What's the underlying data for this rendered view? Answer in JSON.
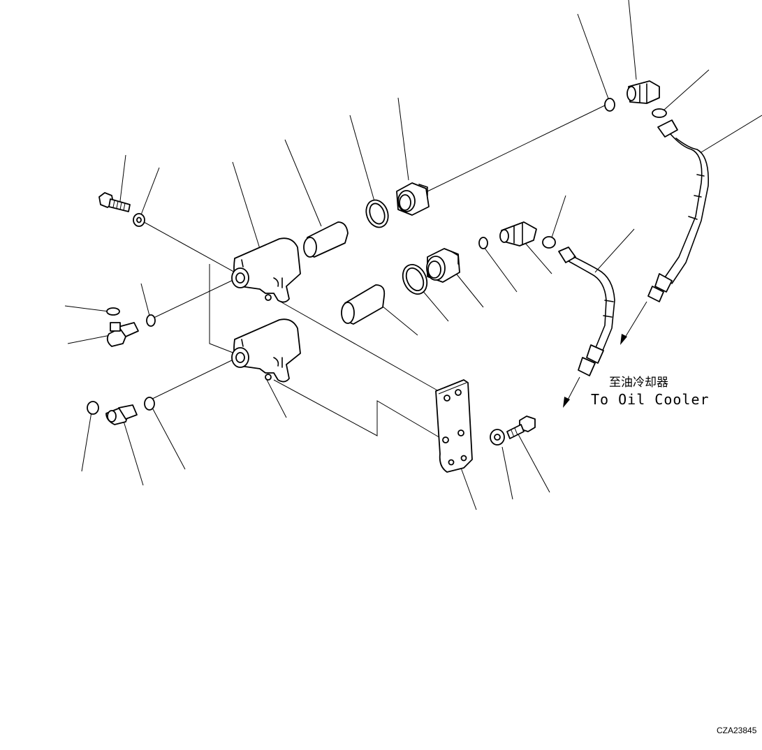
{
  "annotation": {
    "destination_cn": "至油冷却器",
    "destination_en": "To Oil Cooler"
  },
  "drawing_code": "CZA23845"
}
